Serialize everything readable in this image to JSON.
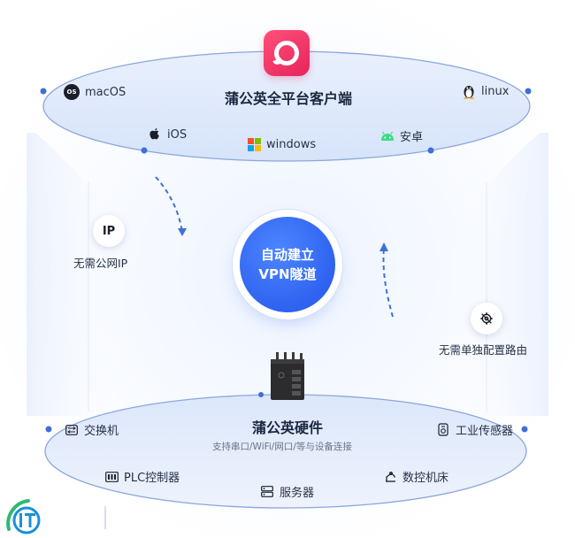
{
  "client": {
    "title": "蒲公英全平台客户端",
    "platforms": {
      "macos": "macOS",
      "linux": "linux",
      "ios": "iOS",
      "windows": "windows",
      "android": "安卓"
    },
    "macos_badge": "OS"
  },
  "center": {
    "line1": "自动建立",
    "line2": "VPN隧道"
  },
  "left_feature": {
    "label": "无需公网IP",
    "badge": "IP"
  },
  "right_feature": {
    "label": "无需单独配置路由"
  },
  "hardware": {
    "title": "蒲公英硬件",
    "subtitle": "支持串口/WiFi/网口/等与设备连接",
    "devices": {
      "switch": "交换机",
      "sensor": "工业传感器",
      "plc": "PLC控制器",
      "server": "服务器",
      "cnc": "数控机床"
    }
  },
  "colors": {
    "accent": "#2f62f0",
    "logo": "#e6245b",
    "ellipse_stroke": "#7f9ed8",
    "dot": "#3f6fd8"
  }
}
